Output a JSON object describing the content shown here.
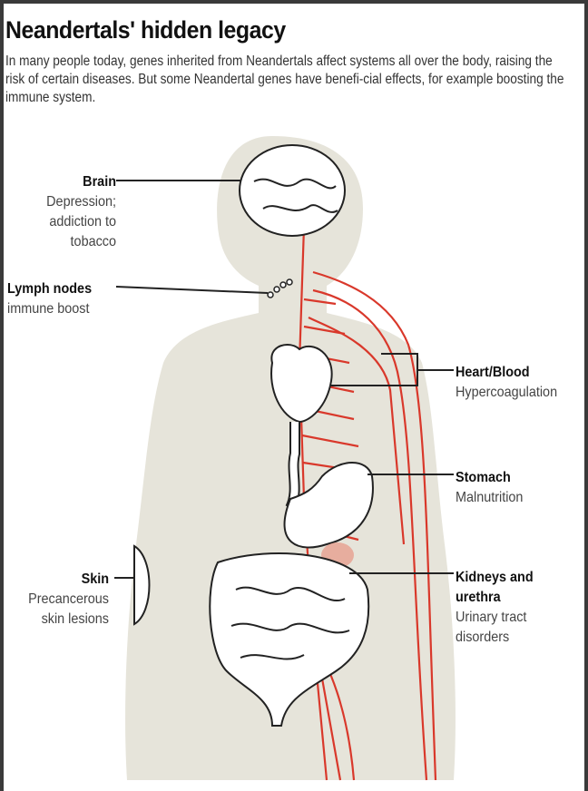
{
  "title": "Neandertals' hidden legacy",
  "description": "In many people today, genes inherited from Neandertals affect systems all over the body, raising the risk of certain diseases. But some Neandertal genes have benefi-cial effects, for example boosting the immune system.",
  "labels": {
    "brain": {
      "name": "Brain",
      "effect": "Depression; addiction to tobacco"
    },
    "lymph": {
      "name": "Lymph nodes",
      "effect": "immune boost"
    },
    "heart": {
      "name": "Heart/Blood",
      "effect": "Hypercoagulation"
    },
    "stomach": {
      "name": "Stomach",
      "effect": "Malnutrition"
    },
    "kidneys": {
      "name": "Kidneys and urethra",
      "effect": "Urinary tract disorders"
    },
    "skin": {
      "name": "Skin",
      "effect": "Precancerous skin lesions"
    }
  },
  "colors": {
    "body": "#e6e4da",
    "nerves": "#d9382b",
    "kidney": "#e8a090"
  }
}
